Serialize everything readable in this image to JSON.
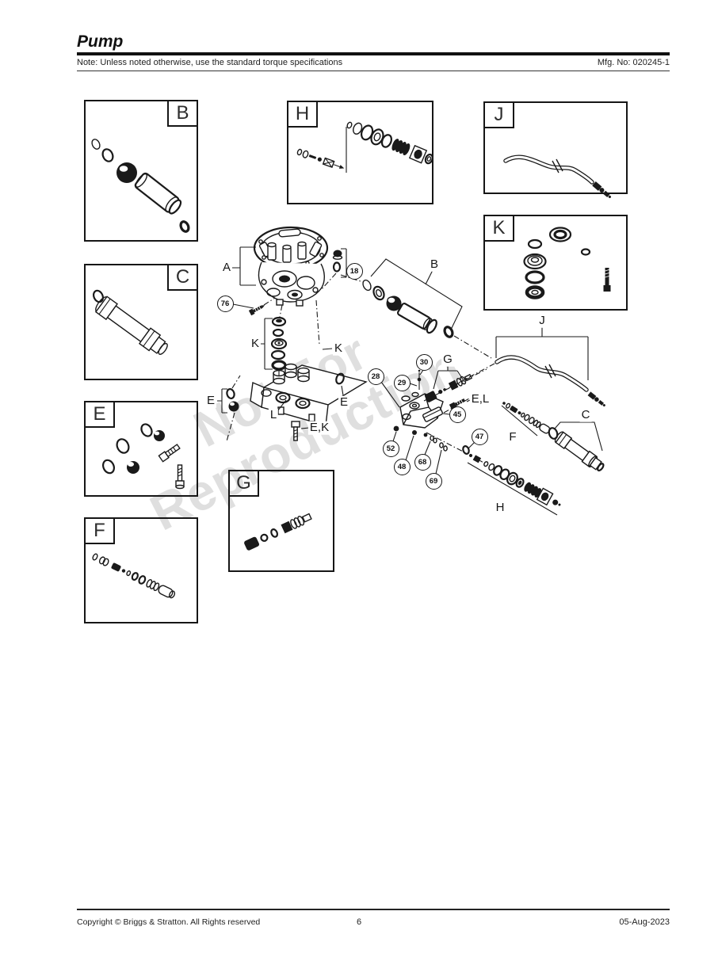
{
  "page": {
    "title": "Pump",
    "note": "Note: Unless noted otherwise, use the standard torque specifications",
    "mfg_no": "Mfg. No: 020245-1",
    "copyright": "Copyright ©  Briggs & Stratton. All Rights reserved",
    "page_number": "6",
    "date": "05-Aug-2023"
  },
  "watermark": {
    "line1": "Not For",
    "line2": "Reproduction"
  },
  "detail_boxes": [
    {
      "letter": "B"
    },
    {
      "letter": "C"
    },
    {
      "letter": "E"
    },
    {
      "letter": "F"
    },
    {
      "letter": "G"
    },
    {
      "letter": "H"
    },
    {
      "letter": "J"
    },
    {
      "letter": "K"
    }
  ],
  "callouts": {
    "A": "A",
    "B": "B",
    "C": "C",
    "E": "E",
    "F": "F",
    "G": "G",
    "H": "H",
    "J": "J",
    "K": "K",
    "L": "L",
    "EK": "E,K",
    "EL": "E,L"
  },
  "balloons": [
    {
      "number": "76"
    },
    {
      "number": "18"
    },
    {
      "number": "28"
    },
    {
      "number": "29"
    },
    {
      "number": "30"
    },
    {
      "number": "45"
    },
    {
      "number": "47"
    },
    {
      "number": "48"
    },
    {
      "number": "52"
    },
    {
      "number": "68"
    },
    {
      "number": "69"
    }
  ],
  "colors": {
    "ink": "#1a1a1a",
    "watermark": "#c4c4c4",
    "paper": "#ffffff"
  }
}
